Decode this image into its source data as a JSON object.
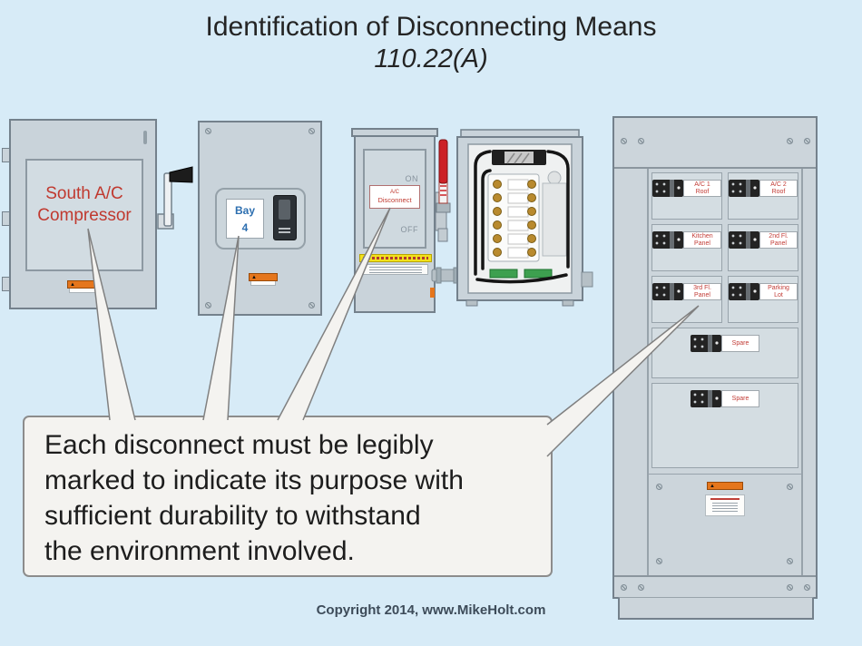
{
  "title": {
    "line1": "Identification of Disconnecting Means",
    "line2": "110.22(A)"
  },
  "callout": {
    "lines": [
      "Each disconnect must be legibly",
      "marked to indicate its purpose with",
      "sufficient durability to withstand",
      "the environment involved."
    ]
  },
  "copyright": "Copyright 2014, www.MikeHolt.com",
  "equipment": {
    "compressor": {
      "label": "South A/C Compressor"
    },
    "bay": {
      "line1": "Bay",
      "line2": "4"
    },
    "acdisc": {
      "line1": "A/C",
      "line2": "Disconnect",
      "on_label": "ON",
      "off_label": "OFF"
    },
    "panelboard": {
      "breakers": [
        {
          "line1": "A/C 1",
          "line2": "Roof"
        },
        {
          "line1": "A/C 2",
          "line2": "Roof"
        },
        {
          "line1": "Kitchen",
          "line2": "Panel"
        },
        {
          "line1": "2nd Fl.",
          "line2": "Panel"
        },
        {
          "line1": "3rd Fl.",
          "line2": "Panel"
        },
        {
          "line1": "Parking",
          "line2": "Lot"
        },
        {
          "line1": "Spare",
          "line2": ""
        },
        {
          "line1": "Spare",
          "line2": ""
        }
      ]
    }
  },
  "colors": {
    "background": "#d7ebf7",
    "cabinet": "#c9d3da",
    "label_red": "#c23b35",
    "bay_blue": "#2d6fb0",
    "callout_fill": "#f4f3f0",
    "warning_orange": "#e5761c",
    "warning_yellow": "#f2e11c",
    "handle_red": "#cc2127"
  }
}
